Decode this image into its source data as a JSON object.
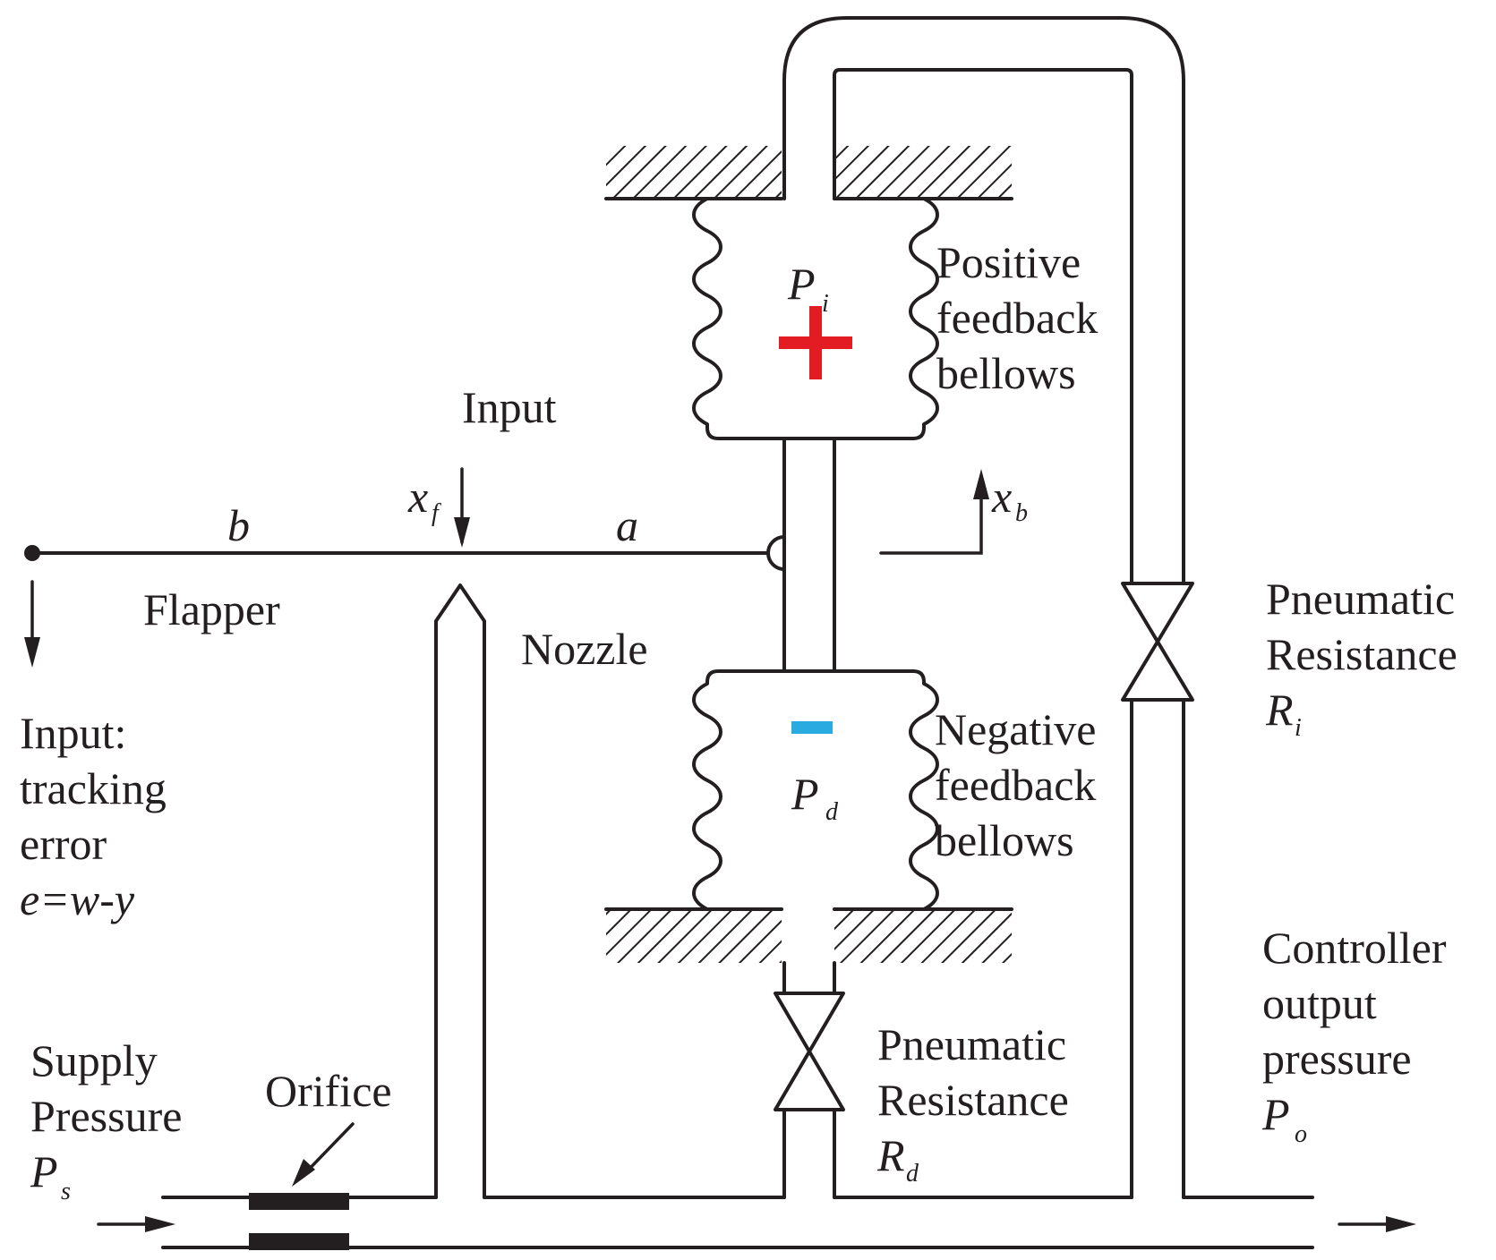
{
  "labels": {
    "input_top": "Input",
    "flapper": "Flapper",
    "nozzle": "Nozzle",
    "b": "b",
    "a": "a",
    "xf_main": "x",
    "xf_sub": "f",
    "xb_main": "x",
    "xb_sub": "b",
    "pi_main": "P",
    "pi_sub": "i",
    "pd_main": "P",
    "pd_sub": "d",
    "positive_bellows": [
      "Positive",
      "feedback",
      "bellows"
    ],
    "negative_bellows": [
      "Negative",
      "feedback",
      "bellows"
    ],
    "resistance_i": [
      "Pneumatic",
      "Resistance"
    ],
    "ri_main": "R",
    "ri_sub": "i",
    "resistance_d": [
      "Pneumatic",
      "Resistance"
    ],
    "rd_main": "R",
    "rd_sub": "d",
    "input_error": [
      "Input:",
      "tracking",
      "error"
    ],
    "error_eq": "e=w-y",
    "supply": [
      "Supply",
      "Pressure"
    ],
    "ps_main": "P",
    "ps_sub": "s",
    "orifice": "Orifice",
    "controller_output": [
      "Controller",
      "output",
      "pressure"
    ],
    "po_main": "P",
    "po_sub": "o",
    "plus_sign": "+",
    "minus_sign": "−"
  },
  "colors": {
    "line": "#231f20",
    "plus": "#e31b23",
    "minus": "#29abe2"
  }
}
